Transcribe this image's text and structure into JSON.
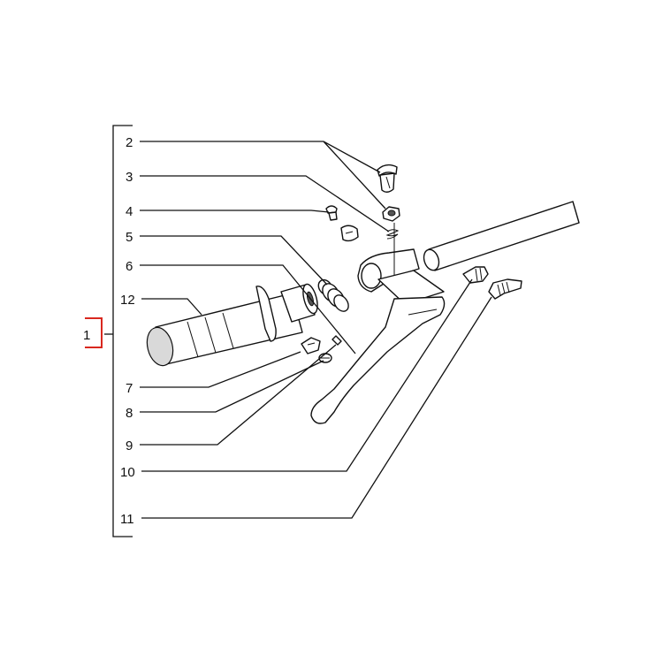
{
  "diagram": {
    "assembly_callout": "1",
    "labels": {
      "p2": "2",
      "p3": "3",
      "p4": "4",
      "p5": "5",
      "p6": "6",
      "p7": "7",
      "p8": "8",
      "p9": "9",
      "p10": "10",
      "p11": "11",
      "p12": "12"
    },
    "highlight_color": "#d9281f"
  }
}
